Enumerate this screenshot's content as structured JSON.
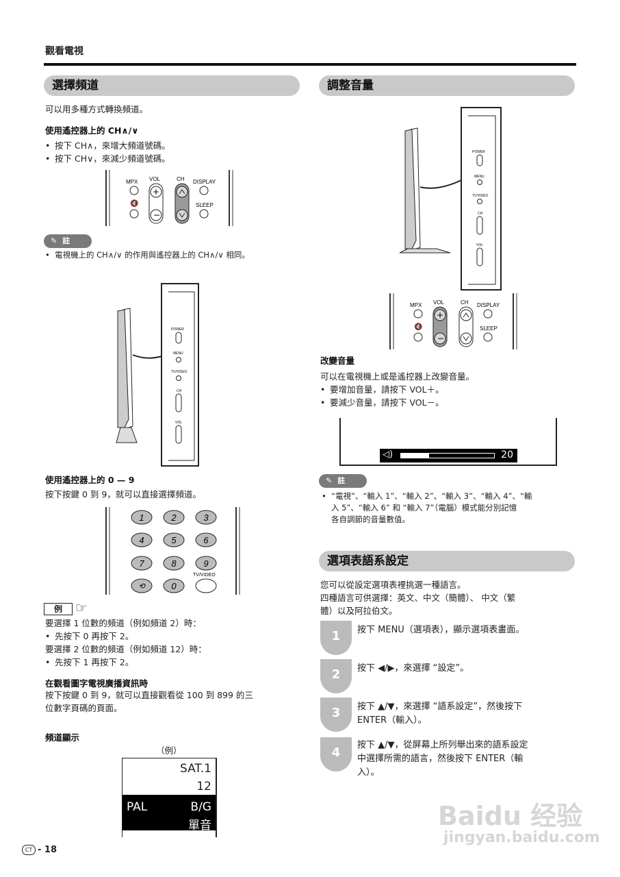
{
  "page": {
    "header": "觀看電視",
    "page_label": "CT",
    "page_number": "- 18"
  },
  "left": {
    "title": "選擇頻道",
    "intro": "可以用多種方式轉換頻道。",
    "remote_ch_heading": "使用遙控器上的 CH∧/∨",
    "ch_bullets": [
      "按下 CH∧，來增大頻道號碼。",
      "按下 CH∨，來減少頻道號碼。"
    ],
    "remote_panel": {
      "mpx": "MPX",
      "vol": "VOL",
      "ch": "CH",
      "display": "DISPLAY",
      "sleep": "SLEEP",
      "plus": "+",
      "minus": "−",
      "mute": "🔇"
    },
    "note_label": "註",
    "note_text": "電視機上的 CH∧/∨ 的作用與遙控器上的 CH∧/∨ 相同。",
    "tv_side": {
      "power": "POWER",
      "menu": "MENU",
      "tvvideo": "TV/VIDEO",
      "ch": "CH",
      "vol": "VOL"
    },
    "digits_heading": "使用遙控器上的 0 — 9",
    "digits_text": "按下按鍵 0 到 9，就可以直接選擇頻道。",
    "keypad": [
      "1",
      "2",
      "3",
      "4",
      "5",
      "6",
      "7",
      "8",
      "9",
      "0"
    ],
    "keypad_tvvideo": "TV/VIDEO",
    "example_label": "例",
    "example_lines": [
      "要選擇 1 位數的頻道（例如頻道 2）時：",
      "先按下 0 再按下 2。",
      "要選擇 2 位數的頻道（例如頻道 12）時：",
      "先按下 1 再按下 2。"
    ],
    "teletext_heading": "在觀看圖字電視廣播資訊時",
    "teletext_text": [
      "按下按鍵 0 到 9，就可以直接觀看從 100 到 899 的三",
      "位數字頁碼的頁面。"
    ],
    "channel_display_heading": "頻道顯示",
    "channel_display_example": "（例）",
    "osd": {
      "station": "SAT.1",
      "channel": "12",
      "system": "PAL",
      "sound_system": "B/G",
      "audio": "單音"
    }
  },
  "right": {
    "title": "調整音量",
    "change_heading": "改變音量",
    "change_text": "可以在電視機上或是遙控器上改變音量。",
    "vol_bullets": [
      "要增加音量，請按下 VOL＋。",
      "要減少音量，請按下 VOL－。"
    ],
    "volume_level": 20,
    "volume_fraction": 0.3,
    "note_label": "註",
    "note_text": [
      "“電視”、“輸入 1”、“輸入 2”、“輸入 3”、“輸入 4”、“輸",
      "入 5”、“輸入 6” 和 “輸入 7”（電腦）模式能分別記憶",
      "各自調節的音量數值。"
    ],
    "lang_title": "選項表語系設定",
    "lang_intro": [
      "您可以從設定選項表裡挑選一種語言。",
      "四種語言可供選擇：英文、中文（簡體）、 中文（繁",
      "體）以及阿拉伯文。"
    ],
    "steps": [
      {
        "num": "1",
        "lines": [
          "按下 MENU（選項表），顯示選項表畫面。"
        ]
      },
      {
        "num": "2",
        "lines": [
          "按下 ◀/▶，來選擇 “設定”。"
        ]
      },
      {
        "num": "3",
        "lines": [
          "按下 ▲/▼，來選擇 “語系設定”，然後按下",
          "ENTER（輸入）。"
        ]
      },
      {
        "num": "4",
        "lines": [
          "按下 ▲/▼，從屏幕上所列舉出來的語系設定",
          "中選擇所需的語言，然後按下 ENTER（輸",
          "入）。"
        ]
      }
    ]
  },
  "watermark": {
    "brand": "Baidu 经验",
    "url": "jingyan.baidu.com"
  }
}
